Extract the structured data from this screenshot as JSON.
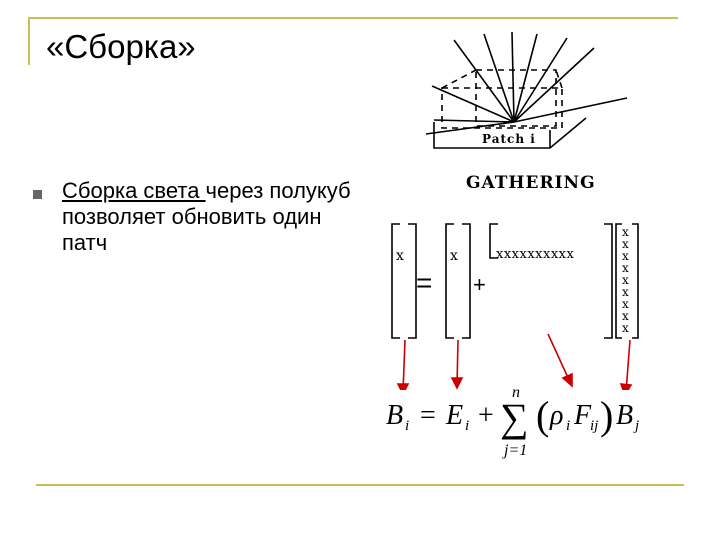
{
  "slide": {
    "title": "«Сборка»",
    "bullet": {
      "underlined_part": "Сборка света ",
      "rest_part": "через полукуб позволяет обновить один патч"
    }
  },
  "figure": {
    "patch_label": "Patch  i",
    "caption": "GATHERING",
    "matrix_equation": {
      "lhs_entry": "x",
      "equals": "=",
      "rhs_entry": "x",
      "plus": "+",
      "row_entries": "xxxxxxxxxx",
      "column_entry": "x"
    },
    "formula": {
      "B": "B",
      "i": "i",
      "equals": "=",
      "E": "E",
      "plus": "+",
      "sum": "∑",
      "n": "n",
      "lower": "j=1",
      "rho": "ρ",
      "F": "F",
      "ij": "ij",
      "j": "j"
    }
  },
  "colors": {
    "frame": "#c8bf55",
    "arrows": "#cc0000",
    "bullet": "#666666"
  }
}
